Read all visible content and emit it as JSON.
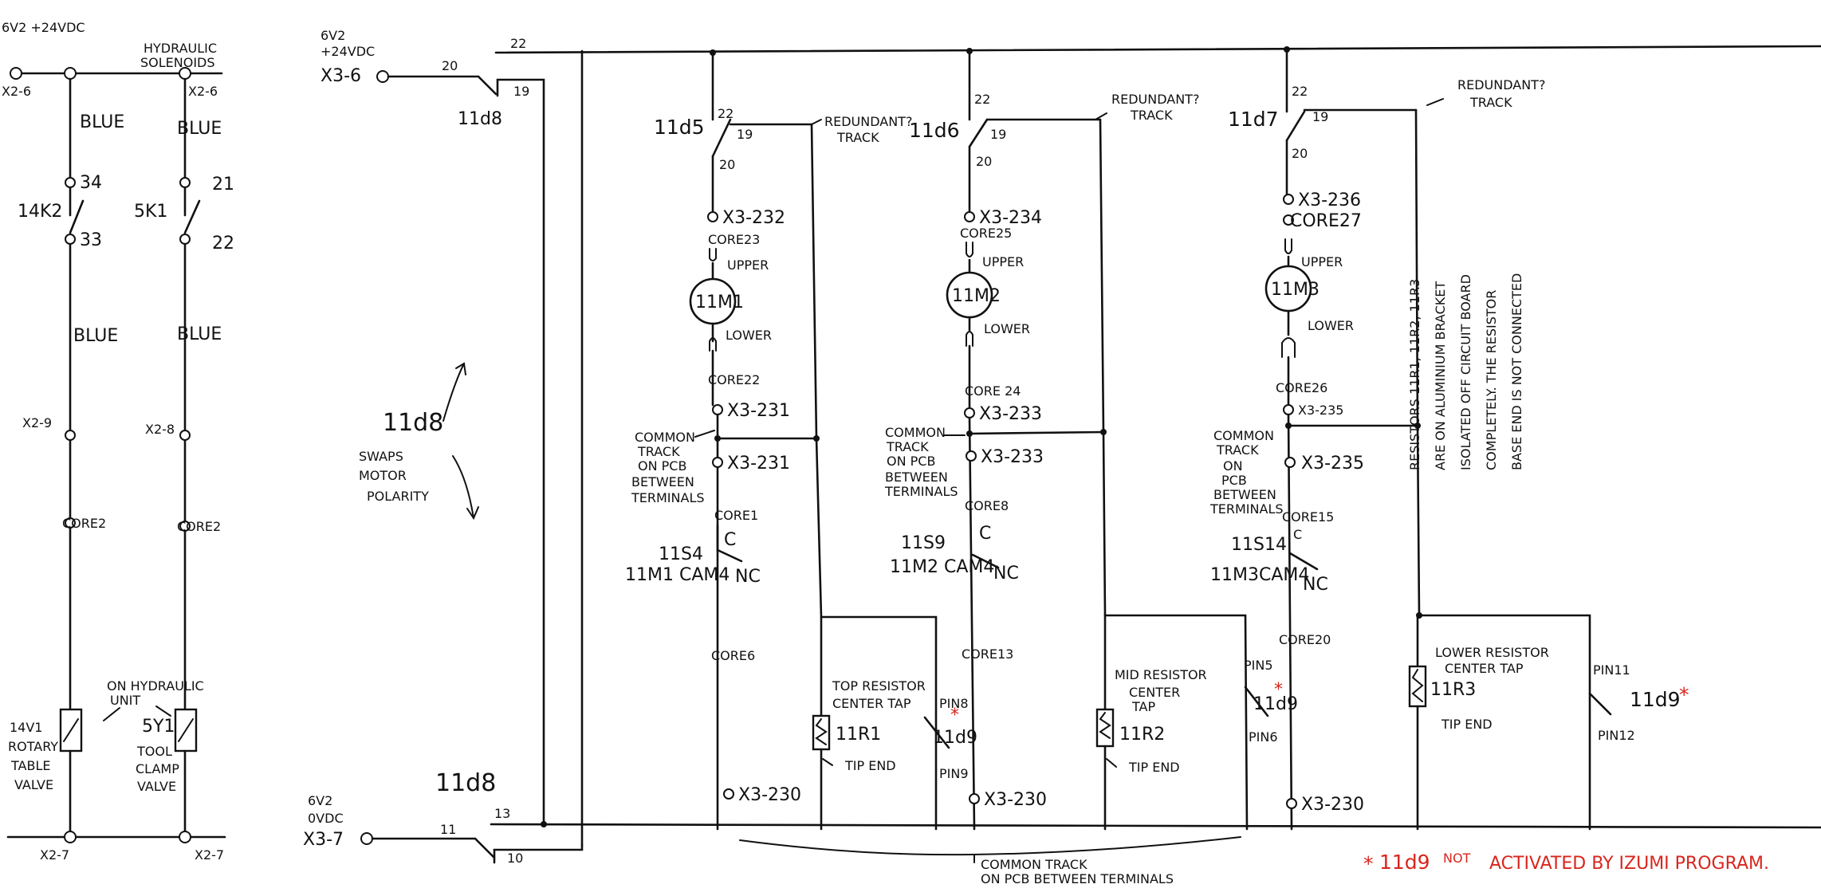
{
  "left_panel": {
    "supply_label": "6V2 +24VDC",
    "hydraulic_label_1": "HYDRAULIC",
    "hydraulic_label_2": "SOLENOIDS",
    "term_x2_6_left": "X2-6",
    "term_x2_6_right": "X2-6",
    "blue_1": "BLUE",
    "blue_2": "BLUE",
    "blue_3": "BLUE",
    "blue_4": "BLUE",
    "k_left": "14K2",
    "k_right": "5K1",
    "n34": "34",
    "n33": "33",
    "n21": "21",
    "n22": "22",
    "x2_9": "X2-9",
    "x2_8": "X2-8",
    "core2_left": "CORE2",
    "core2_right": "CORE2",
    "on_hyd_1": "ON HYDRAULIC",
    "on_hyd_2": "UNIT",
    "valve_left_1": "14V1",
    "valve_left_2": "ROTARY",
    "valve_left_3": "TABLE",
    "valve_left_4": "VALVE",
    "valve_right_1": "5Y1",
    "valve_right_2": "TOOL",
    "valve_right_3": "CLAMP",
    "valve_right_4": "VALVE",
    "x2_7_left": "X2-7",
    "x2_7_right": "X2-7"
  },
  "supply": {
    "top_1": "6V2",
    "top_2": "+24VDC",
    "top_term": "X3-6",
    "n20": "20",
    "n19": "19",
    "n22": "22",
    "relay": "11d8",
    "bot_1": "6V2",
    "bot_2": "0VDC",
    "bot_term": "X3-7",
    "n11": "11",
    "n10": "10",
    "n13": "13",
    "relay_bottom": "11d8",
    "swap_relay": "11d8",
    "swap_1": "SWAPS",
    "swap_2": "MOTOR",
    "swap_3": "POLARITY"
  },
  "motor1": {
    "relay": "11d5",
    "n22": "22",
    "n19": "19",
    "n20": "20",
    "redundant_1": "REDUNDANT?",
    "redundant_2": "TRACK",
    "t232": "X3-232",
    "core23": "CORE23",
    "upper": "UPPER",
    "motor": "11M1",
    "lower": "LOWER",
    "core22": "CORE22",
    "t231a": "X3-231",
    "common_1": "COMMON",
    "common_2": "TRACK",
    "common_3": "ON PCB",
    "common_4": "BETWEEN",
    "common_5": "TERMINALS",
    "t231b": "X3-231",
    "core1": "CORE1",
    "sw": "11S4",
    "cam": "11M1 CAM4",
    "c": "C",
    "nc": "NC",
    "core6": "CORE6",
    "res_1": "TOP RESISTOR",
    "res_2": "CENTER TAP",
    "res": "11R1",
    "tip": "TIP END",
    "pin8": "PIN8",
    "pin9": "PIN9",
    "relay9": "11d9",
    "t230": "X3-230"
  },
  "motor2": {
    "relay": "11d6",
    "n22": "22",
    "n19": "19",
    "n20": "20",
    "redundant_1": "REDUNDANT?",
    "redundant_2": "TRACK",
    "t234": "X3-234",
    "core25": "CORE25",
    "upper": "UPPER",
    "motor": "11M2",
    "lower": "LOWER",
    "core24": "CORE 24",
    "t233a": "X3-233",
    "common_1": "COMMON",
    "common_2": "TRACK",
    "common_3": "ON PCB",
    "common_4": "BETWEEN",
    "common_5": "TERMINALS",
    "t233b": "X3-233",
    "core8": "CORE8",
    "sw": "11S9",
    "cam": "11M2 CAM4",
    "c": "C",
    "nc": "NC",
    "core13": "CORE13",
    "res_1": "MID RESISTOR",
    "res_2": "CENTER",
    "res_3": "TAP",
    "res": "11R2",
    "tip": "TIP END",
    "pin5": "PIN5",
    "pin6": "PIN6",
    "relay9": "11d9",
    "t230": "X3-230"
  },
  "motor3": {
    "relay": "11d7",
    "n22": "22",
    "n19": "19",
    "n20": "20",
    "redundant_1": "REDUNDANT?",
    "redundant_2": "TRACK",
    "t236": "X3-236",
    "core27": "CORE27",
    "upper": "UPPER",
    "motor": "11M3",
    "lower": "LOWER",
    "core26": "CORE26",
    "t235a": "X3-235",
    "common_1": "COMMON",
    "common_2": "TRACK",
    "common_3": "ON",
    "common_4": "PCB",
    "common_5": "BETWEEN",
    "common_6": "TERMINALS",
    "t235b": "X3-235",
    "core15": "CORE15",
    "sw": "11S14",
    "cam": "11M3CAM4",
    "c": "C",
    "nc": "NC",
    "core20": "CORE20",
    "t230": "X3-230"
  },
  "lower_res": {
    "label_1": "LOWER RESISTOR",
    "label_2": "CENTER TAP",
    "res": "11R3",
    "tip": "TIP END",
    "pin11": "PIN11",
    "pin12": "PIN12",
    "relay9": "11d9"
  },
  "bottom": {
    "common_1": "COMMON TRACK",
    "common_2": "ON PCB BETWEEN TERMINALS",
    "note_star": "*",
    "note_relay": "11d9",
    "note_not": "NOT",
    "note_rest": "ACTIVATED BY IZUMI PROGRAM."
  },
  "resistor_note": {
    "l1": "RESISTORS 11R1, 11R2, 11R3",
    "l2": "ARE ON ALUMINIUM BRACKET",
    "l3": "ISOLATED OFF CIRCUIT BOARD",
    "l4": "COMPLETELY. THE RESISTOR",
    "l5": "BASE END IS NOT CONNECTED"
  }
}
